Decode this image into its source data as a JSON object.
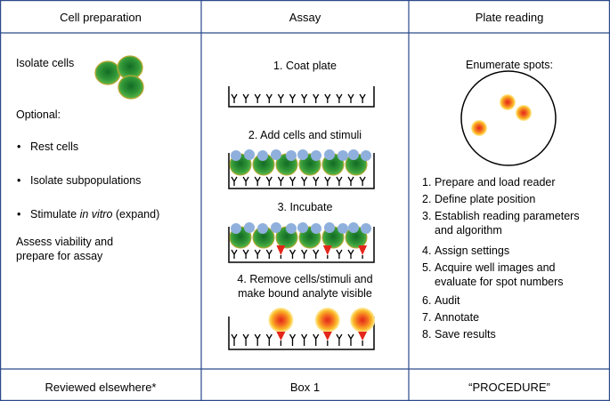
{
  "headers": {
    "col1": "Cell preparation",
    "col2": "Assay",
    "col3": "Plate reading"
  },
  "cell_prep": {
    "isolate": "Isolate cells",
    "optional": "Optional:",
    "bullets": [
      "Rest cells",
      "Isolate subpopulations"
    ],
    "stimulate_prefix": "Stimulate ",
    "stimulate_italic": "in vitro",
    "stimulate_suffix": " (expand)",
    "assess_line1": "Assess viability and",
    "assess_line2": "prepare for assay"
  },
  "assay": {
    "step1": "1. Coat plate",
    "step2": "2. Add cells and stimuli",
    "step3": "3. Incubate",
    "step4_line1": "4. Remove cells/stimuli and",
    "step4_line2": "make bound analyte visible"
  },
  "plate_reading": {
    "enumerate": "Enumerate spots:",
    "steps": [
      {
        "num": "1.",
        "text": "Prepare and load reader"
      },
      {
        "num": "2.",
        "text": "Define plate position"
      },
      {
        "num": "3.",
        "text": "Establish reading parameters",
        "text2": "and algorithm"
      },
      {
        "num": "4.",
        "text": "Assign settings"
      },
      {
        "num": "5.",
        "text": "Acquire well images and",
        "text2": "evaluate for spot numbers"
      },
      {
        "num": "6.",
        "text": "Audit"
      },
      {
        "num": "7.",
        "text": "Annotate"
      },
      {
        "num": "8.",
        "text": "Save results"
      }
    ]
  },
  "footers": {
    "col1": "Reviewed elsewhere*",
    "col2": "Box 1",
    "col3": "“PROCEDURE”"
  },
  "colors": {
    "border": "#2b4a8b",
    "cell_green": "#2e8b3a",
    "cell_outline": "#b8a630",
    "stimulus_blue": "#8fb0dc",
    "spot_red": "#e3261b",
    "spot_orange": "#f7a21b",
    "spot_yellow": "#ffe86a"
  }
}
